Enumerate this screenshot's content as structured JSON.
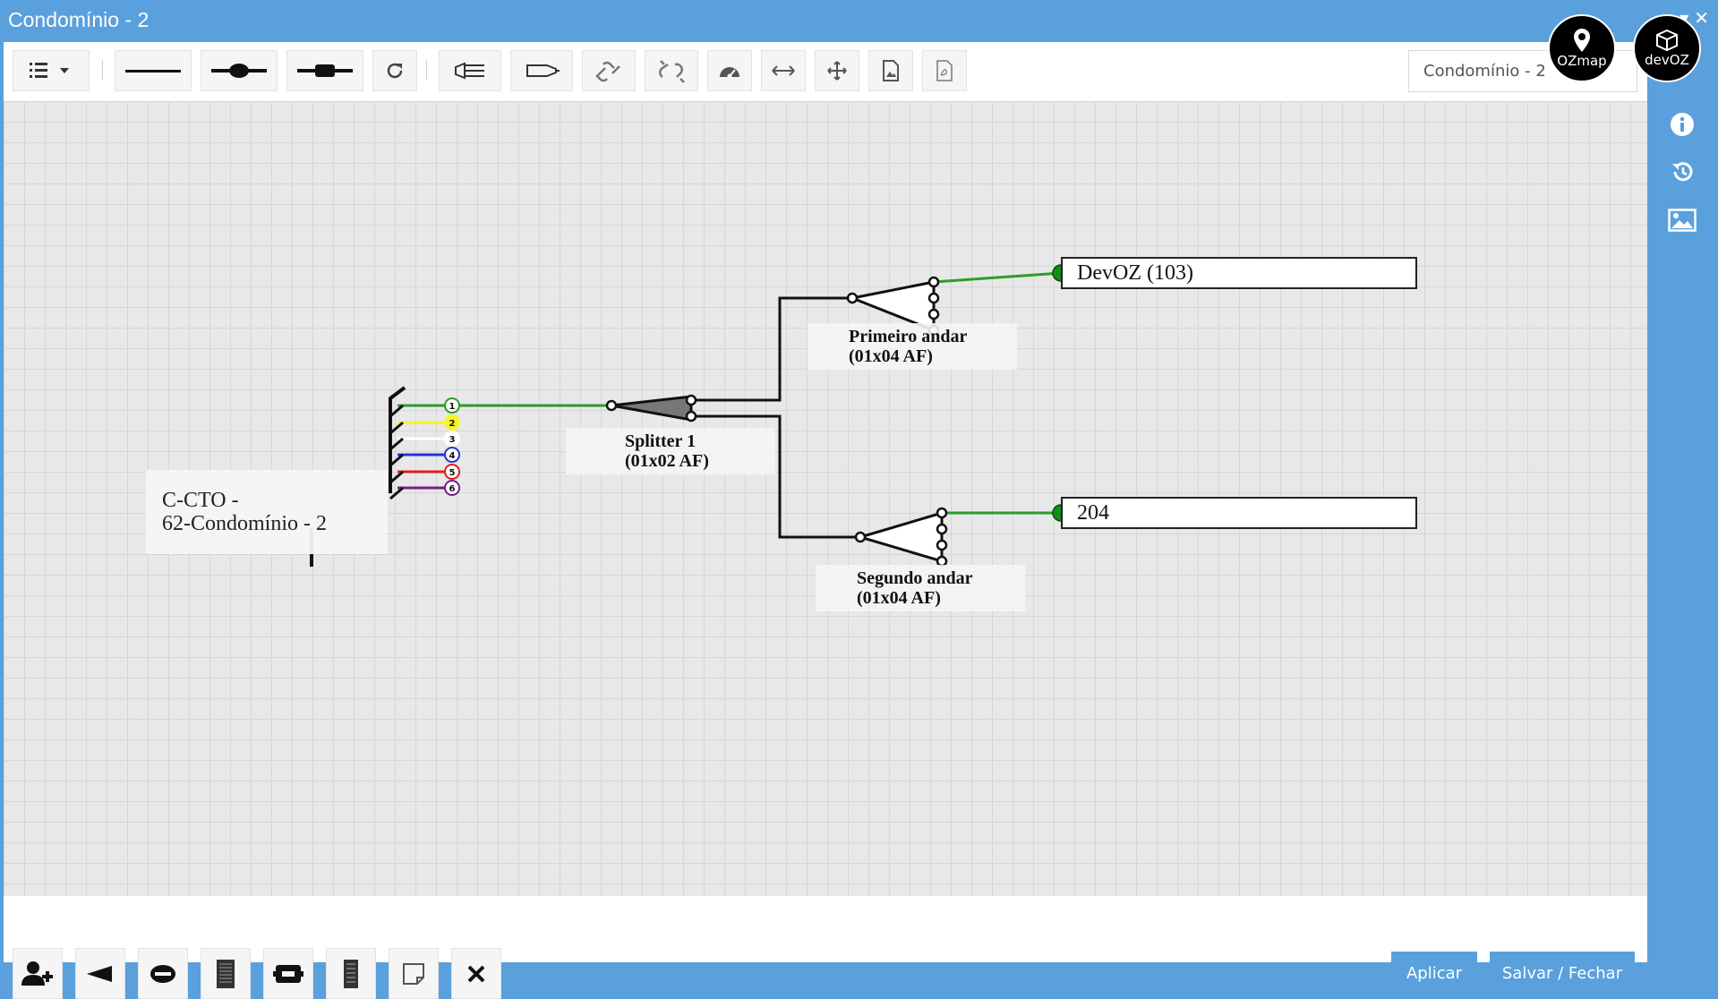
{
  "window": {
    "title": "Condomínio - 2"
  },
  "toolbar": {
    "diagram_name_value": "Condomínio - 2"
  },
  "canvas": {
    "cto": {
      "line1": "C-CTO -",
      "line2": "62-Condomínio - 2"
    },
    "fiber_ports": [
      {
        "n": "1",
        "color": "#2a9d2a"
      },
      {
        "n": "2",
        "color": "#f5f52a"
      },
      {
        "n": "3",
        "color": "#ffffff"
      },
      {
        "n": "4",
        "color": "#2433d6"
      },
      {
        "n": "5",
        "color": "#e01e1e"
      },
      {
        "n": "6",
        "color": "#7a1a8a"
      }
    ],
    "splitter1": {
      "name": "Splitter 1",
      "type": "(01x02 AF)"
    },
    "primeiro": {
      "name": "Primeiro andar",
      "type": "(01x04 AF)"
    },
    "segundo": {
      "name": "Segundo andar",
      "type": "(01x04 AF)"
    },
    "client1": {
      "label": "DevOZ (103)"
    },
    "client2": {
      "label": "204"
    }
  },
  "bottom": {
    "apply_label": "Aplicar",
    "save_close_label": "Salvar / Fechar"
  },
  "logos": {
    "ozmap": "OZmap",
    "devoz": "devOZ"
  },
  "colors": {
    "accent": "#5aa0dc",
    "fiber_green": "#2a9d2a",
    "node_green": "#1a8a1a"
  }
}
